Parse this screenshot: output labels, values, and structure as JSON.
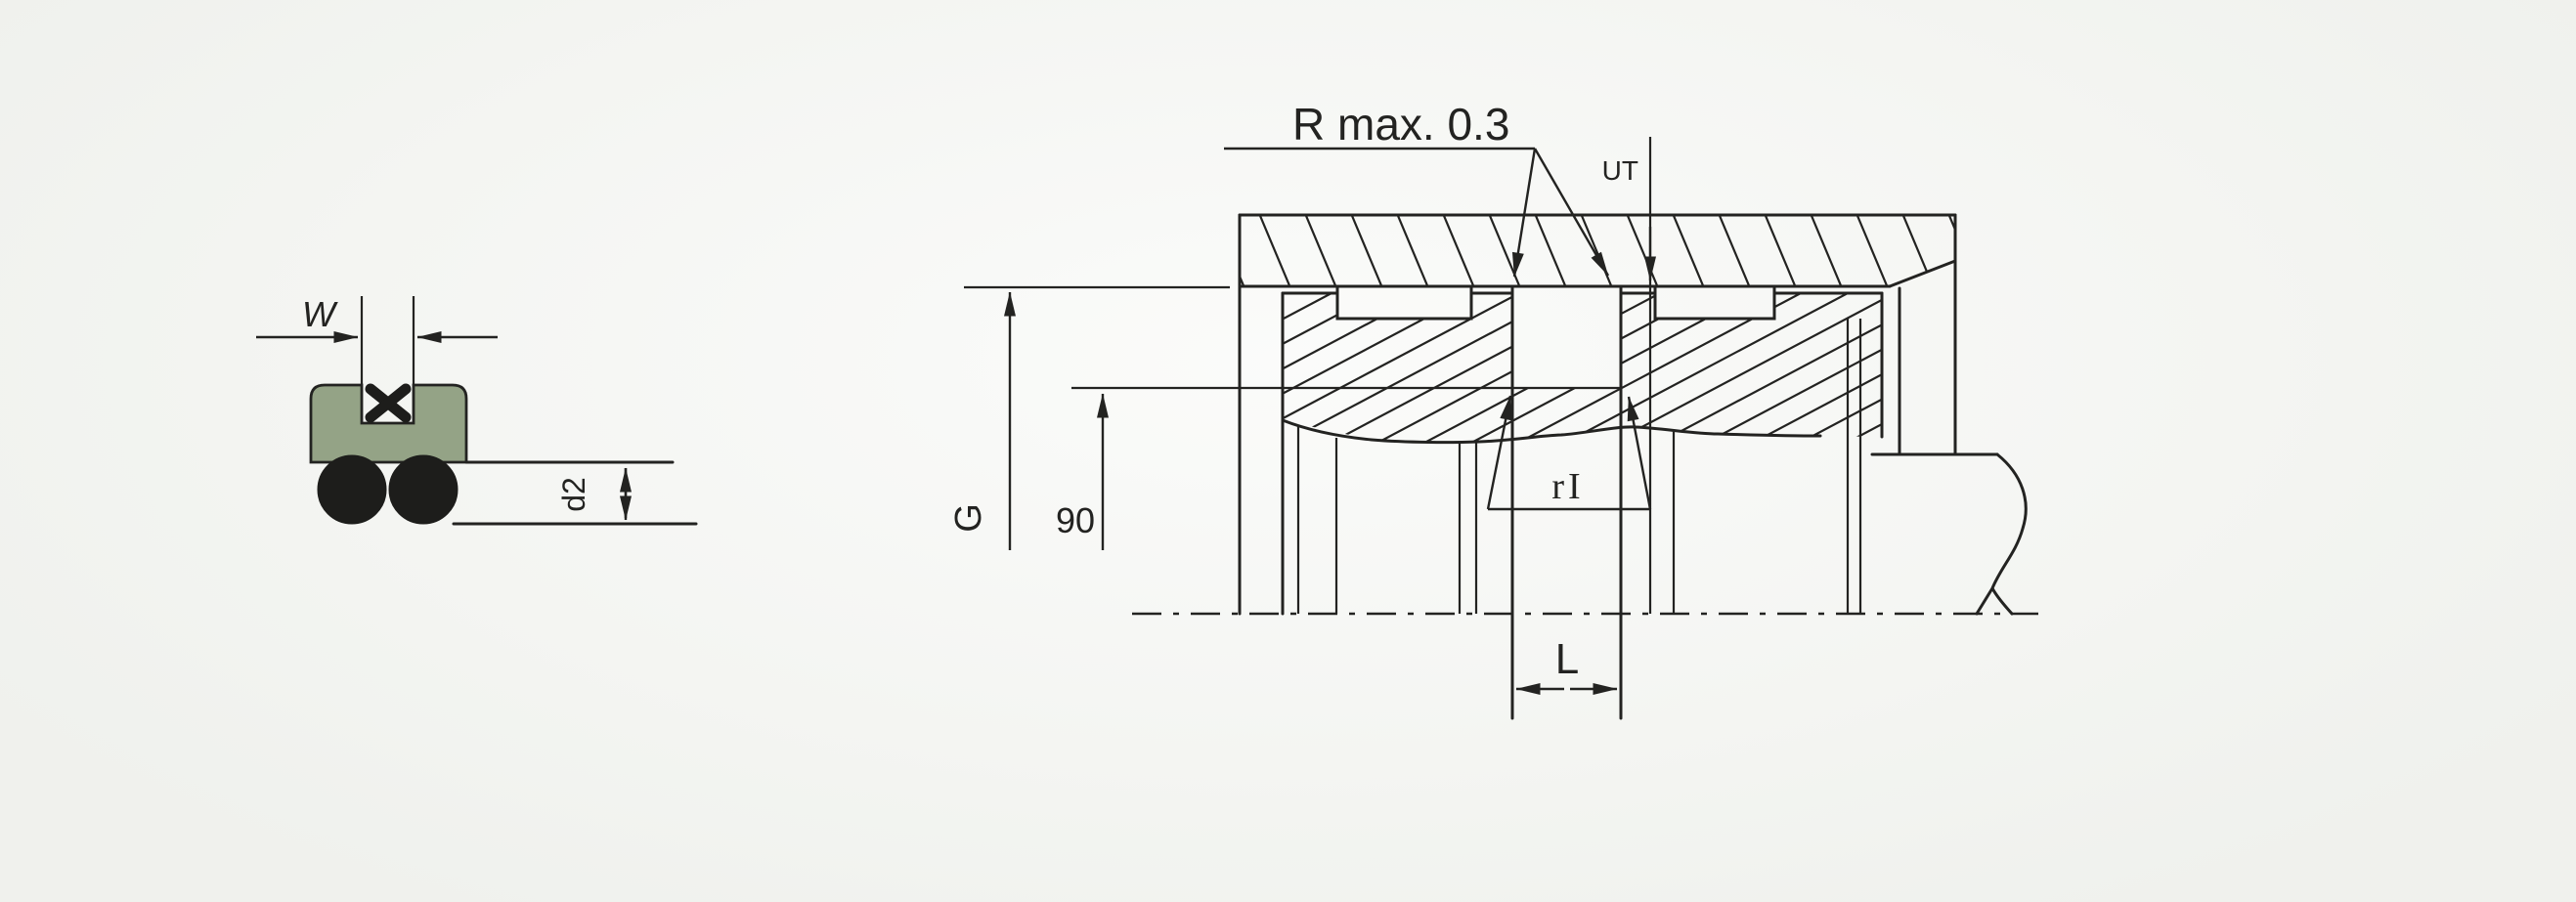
{
  "colors": {
    "background": "#f6f7f4",
    "line": "#232321",
    "seal_green": "#94a386",
    "oring_black": "#1d1d1b"
  },
  "seal_profile": {
    "width_label": "W",
    "oring_section_label": "d2"
  },
  "installation": {
    "radius_label": "R max. 0.3",
    "gap_label": "UT",
    "bore_dim_label": "G",
    "groove_dim_label": "90",
    "bottom_length_label": "rI",
    "groove_width_label": "L"
  }
}
